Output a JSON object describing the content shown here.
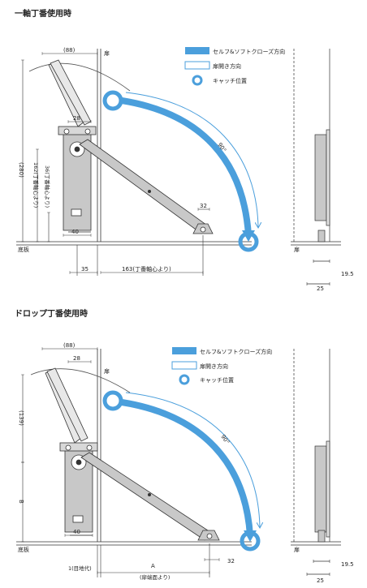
{
  "diagram1": {
    "title": "一軸丁番使用時",
    "legend": {
      "close_direction": "セルフ&ソフトクローズ方向",
      "open_direction": "扉開き方向",
      "catch_position": "キャッチ位置"
    },
    "labels": {
      "door": "扉",
      "base": "底板",
      "angle": "90°",
      "dim_88": "(88)",
      "dim_28": "28",
      "dim_280": "(280)",
      "dim_162": "162(丁番軸心より)",
      "dim_36": "36(丁番軸心より)",
      "dim_40": "40",
      "dim_32": "32",
      "dim_35": "35",
      "dim_163": "163(丁番軸心より)",
      "side_door": "扉",
      "side_19_5": "19.5",
      "side_25": "25"
    }
  },
  "diagram2": {
    "title": "ドロップ丁番使用時",
    "legend": {
      "close_direction": "セルフ&ソフトクローズ方向",
      "open_direction": "扉開き方向",
      "catch_position": "キャッチ位置"
    },
    "labels": {
      "door": "扉",
      "base": "底板",
      "angle": "90°",
      "dim_88": "(88)",
      "dim_28": "28",
      "dim_139": "(139)",
      "dim_B": "B",
      "dim_40": "40",
      "dim_32": "32",
      "dim_1": "1(目地代)",
      "dim_A": "A",
      "dim_A_note": "(扉端面より)",
      "side_door": "扉",
      "side_19_5": "19.5",
      "side_25": "25"
    }
  },
  "colors": {
    "close_arrow": "#4b9fdc",
    "catch_ring": "#4b9fdc",
    "device": "#c8c8c8",
    "line": "#333333"
  }
}
